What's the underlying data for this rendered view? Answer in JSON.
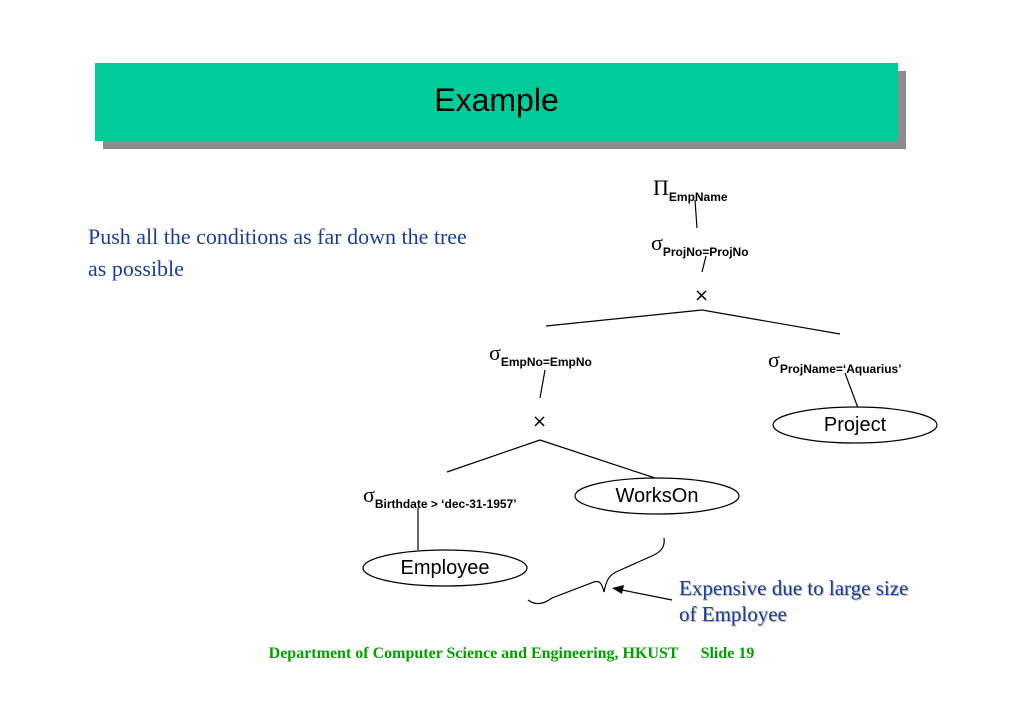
{
  "title": "Example",
  "bullet": "Push all the conditions as far down the tree as possible",
  "tree": {
    "projection": {
      "symbol": "Π",
      "subscript": "EmpName"
    },
    "select_projno": {
      "symbol": "σ",
      "subscript": "ProjNo=ProjNo"
    },
    "cross_top": "×",
    "select_empno": {
      "symbol": "σ",
      "subscript": "EmpNo=EmpNo"
    },
    "select_projname": {
      "symbol": "σ",
      "subscript": "ProjName=‘Aquarius’"
    },
    "project": "Project",
    "cross_bottom": "×",
    "select_birthdate": {
      "symbol": "σ",
      "subscript": "Birthdate > ‘dec-31-1957’"
    },
    "workson": "WorksOn",
    "employee": "Employee"
  },
  "note": "Expensive due to large size of Employee",
  "footer": {
    "department": "Department of Computer Science and Engineering, HKUST",
    "slide": "Slide 19"
  },
  "colors": {
    "title_bar": "#00cc99",
    "title_shadow": "#8c8c8c",
    "body_text": "#1a3d99",
    "footer_text": "#00a000"
  }
}
